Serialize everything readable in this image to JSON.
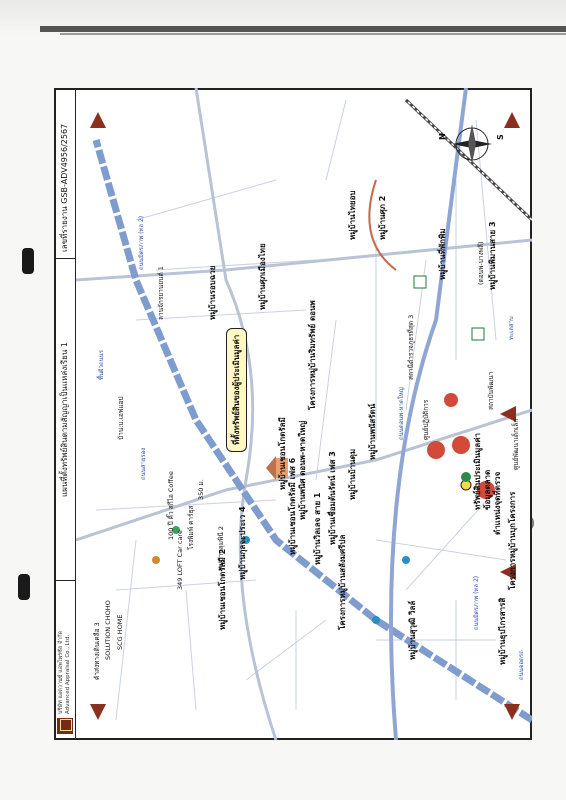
{
  "header": {
    "company_th": "บริษัท แอดวานซ์ แอพไพรซัล จำกัด",
    "company_en": "Advanced Appraisal Co., Ltd.",
    "map_title": "แผนที่ตั้งทรัพย์สินตามสัญญาเป็นแหล่งเรียน 1",
    "ref_number": "เลขที่รายงาน GSB-ADV4956/2567"
  },
  "target_label": "ที่ตั้งทรัพย์สินของผู้ประเมินมูลค่า",
  "compass": {
    "north": "N",
    "south": "S"
  },
  "places": [
    {
      "id": "p1",
      "text": "หมู่บ้านพิมานสาย 3"
    },
    {
      "id": "p2",
      "text": "(ดอนพ-บางพลี)"
    },
    {
      "id": "p3",
      "text": "หมู่บ้านที่พักพิม"
    },
    {
      "id": "p4",
      "text": "หมู่บ้านศุภ 2"
    },
    {
      "id": "p5",
      "text": "หมู่บ้านไทยอบ"
    },
    {
      "id": "p6",
      "text": "หมู่บ้านศุภเมืองไทย"
    },
    {
      "id": "p7",
      "text": "หมู่บ้านรอบฉวย"
    },
    {
      "id": "p8",
      "text": "โครงการหมู่บ้านริมทรัพย์ ดอนพ"
    },
    {
      "id": "p9",
      "text": "หมู่บ้านเชอนโกตรัลมี"
    },
    {
      "id": "p10",
      "text": "หมู่บ้านกุลจะประเว 4"
    },
    {
      "id": "p11",
      "text": "หมู่บ้านลุมพินี 2"
    },
    {
      "id": "p12",
      "text": "หมู่บ้านเชอนโกตรัลมี 2"
    },
    {
      "id": "p13",
      "text": "สถานีตำรวจภูธรที่สุด 3"
    },
    {
      "id": "p14",
      "text": "ศูนย์ปฏิบัติการ"
    },
    {
      "id": "p15",
      "text": "หมู่บ้านพนัสรัตน์"
    },
    {
      "id": "p16",
      "text": "หมู่บ้านบ้านดุม"
    },
    {
      "id": "p17",
      "text": "หมู่บ้านพนิศ ดอนพ-หาดใหญ่"
    },
    {
      "id": "p18",
      "text": "หมู่บ้านเชื่อมต้นรัตน์ เฟส 3"
    },
    {
      "id": "p19",
      "text": "หมู่บ้านเชอนโกตรัลมี เฟส 6"
    },
    {
      "id": "p20",
      "text": "หมู่บ้านวิลเลจ สาย 1"
    },
    {
      "id": "p21",
      "text": "ทรัพย์สินประเมินมูลค่า"
    },
    {
      "id": "p22",
      "text": "ข้อมูลตลาด"
    },
    {
      "id": "p23",
      "text": "ตำแหน่งจุดที่ตรวจ"
    },
    {
      "id": "p24",
      "text": "ศูนย์พัฒนาเด็กเล็ก"
    },
    {
      "id": "p25",
      "text": "โครงการหมู่บ้านบุกโครงการ"
    },
    {
      "id": "p26",
      "text": "หมู่บ้านธุปไกรสารสิ"
    },
    {
      "id": "p27",
      "text": "หมู่บ้านสุวุฒิ วิลล์"
    },
    {
      "id": "p28",
      "text": "โครงการหมู่บ้านสลังมศรีปล"
    },
    {
      "id": "p29",
      "text": "SCG HOME"
    },
    {
      "id": "p30",
      "text": "SOLUTION CHOHO"
    },
    {
      "id": "p31",
      "text": "ค้าส่งทางเดินเคลือ 3"
    },
    {
      "id": "p32",
      "text": "349 LOFT Car care"
    },
    {
      "id": "p33",
      "text": "โรงพิมพ์ คาร์ธุส"
    },
    {
      "id": "p34",
      "text": "100 ปี คิ๊ว สกีไอ Coffee"
    },
    {
      "id": "p35",
      "text": "350 ม."
    },
    {
      "id": "p36",
      "text": "ลานจักรยานยนต์ 1"
    },
    {
      "id": "p37",
      "text": "สถาบันพัฒนา"
    },
    {
      "id": "p38",
      "text": "บ้าน:บ.เอฟแอป"
    },
    {
      "id": "p39",
      "text": "พื้นผิวถนนร"
    },
    {
      "id": "p40",
      "text": "ทะเลสาบ"
    },
    {
      "id": "p41",
      "text": "ถนนจอดรถ"
    }
  ],
  "roads": [
    {
      "id": "r1",
      "text": "ถนนมิตรภาพ (ทล 2)"
    },
    {
      "id": "r2",
      "text": "ถนนมิตรภาพ (ทล 2)"
    },
    {
      "id": "r3",
      "text": "ถนนดอนพ-หาดใหญ่"
    },
    {
      "id": "r4",
      "text": "ถนนสายรอง"
    }
  ],
  "colors": {
    "road_main": "#7f9ccf",
    "target_fill": "#fff8c4",
    "arrow": "#8b2f1e",
    "rail": "#444444",
    "secondary_road": "#b9c3d6"
  },
  "icons": [
    "compass-icon",
    "house-icon",
    "no-entry-icon",
    "arrow-icon",
    "pin-icon",
    "seven-eleven-icon"
  ]
}
